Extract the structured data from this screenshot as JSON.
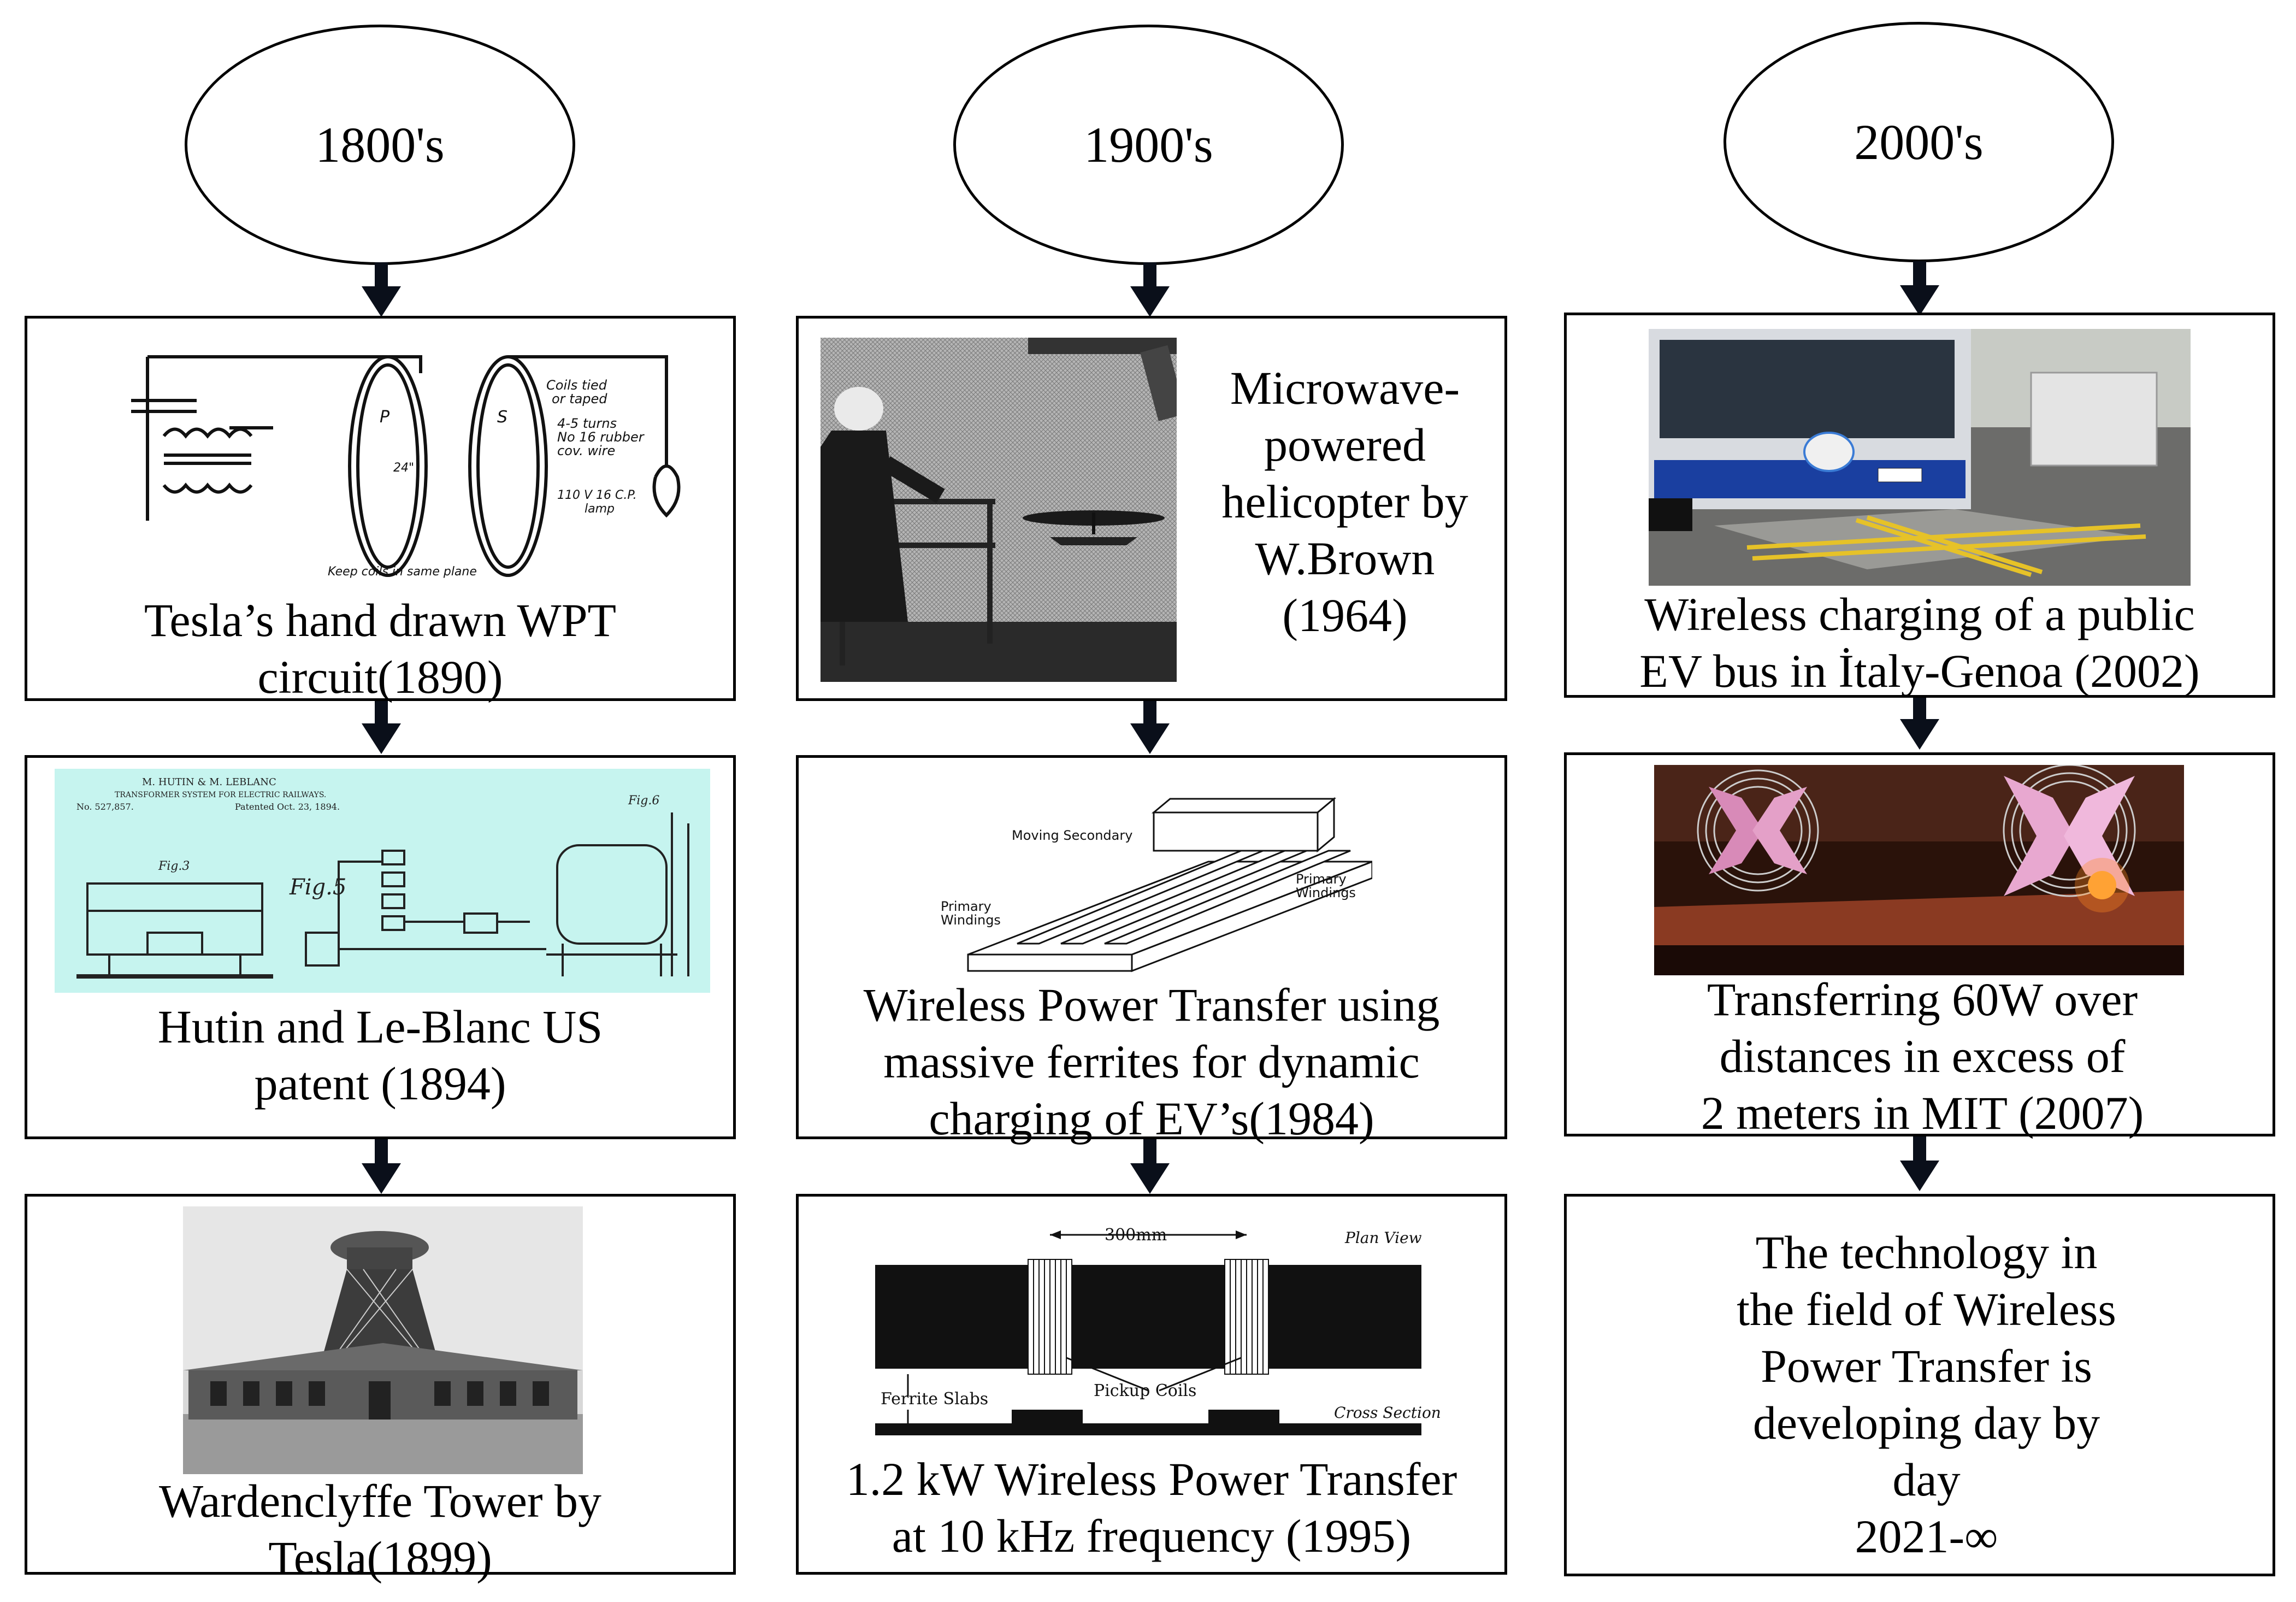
{
  "eras": [
    "1800's",
    "1900's",
    "2000's"
  ],
  "columns": [
    {
      "items": [
        {
          "caption": [
            "Tesla’s hand drawn WPT",
            "circuit(1890)"
          ],
          "image_icon": "tesla-coil-sketch-icon"
        },
        {
          "caption": [
            "Hutin and Le-Blanc US",
            "patent (1894)"
          ],
          "image_icon": "patent-drawing-icon"
        },
        {
          "caption": [
            "Wardenclyffe Tower by",
            "Tesla(1899)"
          ],
          "image_icon": "tower-photo-icon"
        }
      ]
    },
    {
      "items": [
        {
          "caption": [
            "Microwave-",
            "powered",
            "helicopter by",
            "W.Brown",
            "(1964)"
          ],
          "image_icon": "helicopter-photo-icon"
        },
        {
          "caption": [
            "Wireless Power Transfer using",
            "massive ferrites for dynamic",
            "charging of EV’s(1984)"
          ],
          "image_icon": "ferrite-track-diagram-icon"
        },
        {
          "caption": [
            "1.2 kW  Wireless Power Transfer",
            "at  10 kHz frequency (1995)"
          ],
          "image_icon": "pickup-coil-diagram-icon"
        }
      ]
    },
    {
      "items": [
        {
          "caption": [
            "Wireless charging of a public",
            "EV bus in İtaly-Genoa (2002)"
          ],
          "image_icon": "bus-photo-icon"
        },
        {
          "caption": [
            "Transferring 60W over",
            "distances in excess of",
            "2 meters in MIT (2007)"
          ],
          "image_icon": "mit-coils-photo-icon"
        },
        {
          "caption": [
            "The technology in",
            "the field of Wireless",
            "Power Transfer is",
            "developing day by",
            "day",
            "2021-∞"
          ],
          "image_icon": ""
        }
      ]
    }
  ],
  "image_labels": {
    "patent_header": [
      "M. HUTIN & M. LEBLANC",
      "TRANSFORMER SYSTEM FOR ELECTRIC RAILWAYS.",
      "No. 527,857.",
      "Patented Oct. 23, 1894."
    ],
    "patent_figs": [
      "Fig.5",
      "Fig.3",
      "Fig.6"
    ],
    "tesla_sketch": [
      "P",
      "S",
      "24\"",
      "Coils tied",
      "or taped",
      "4-5 turns",
      "No 16 rubber",
      "cov. wire",
      "110 V  16 C.P.",
      "lamp",
      "Keep coils in same plane"
    ],
    "ferrite_labels": [
      "Moving Secondary",
      "Primary",
      "Windings",
      "Primary",
      "Windings"
    ],
    "pickup_labels": [
      "300mm",
      "Plan View",
      "Ferrite Slabs",
      "Pickup Coils",
      "Cross Section"
    ]
  }
}
